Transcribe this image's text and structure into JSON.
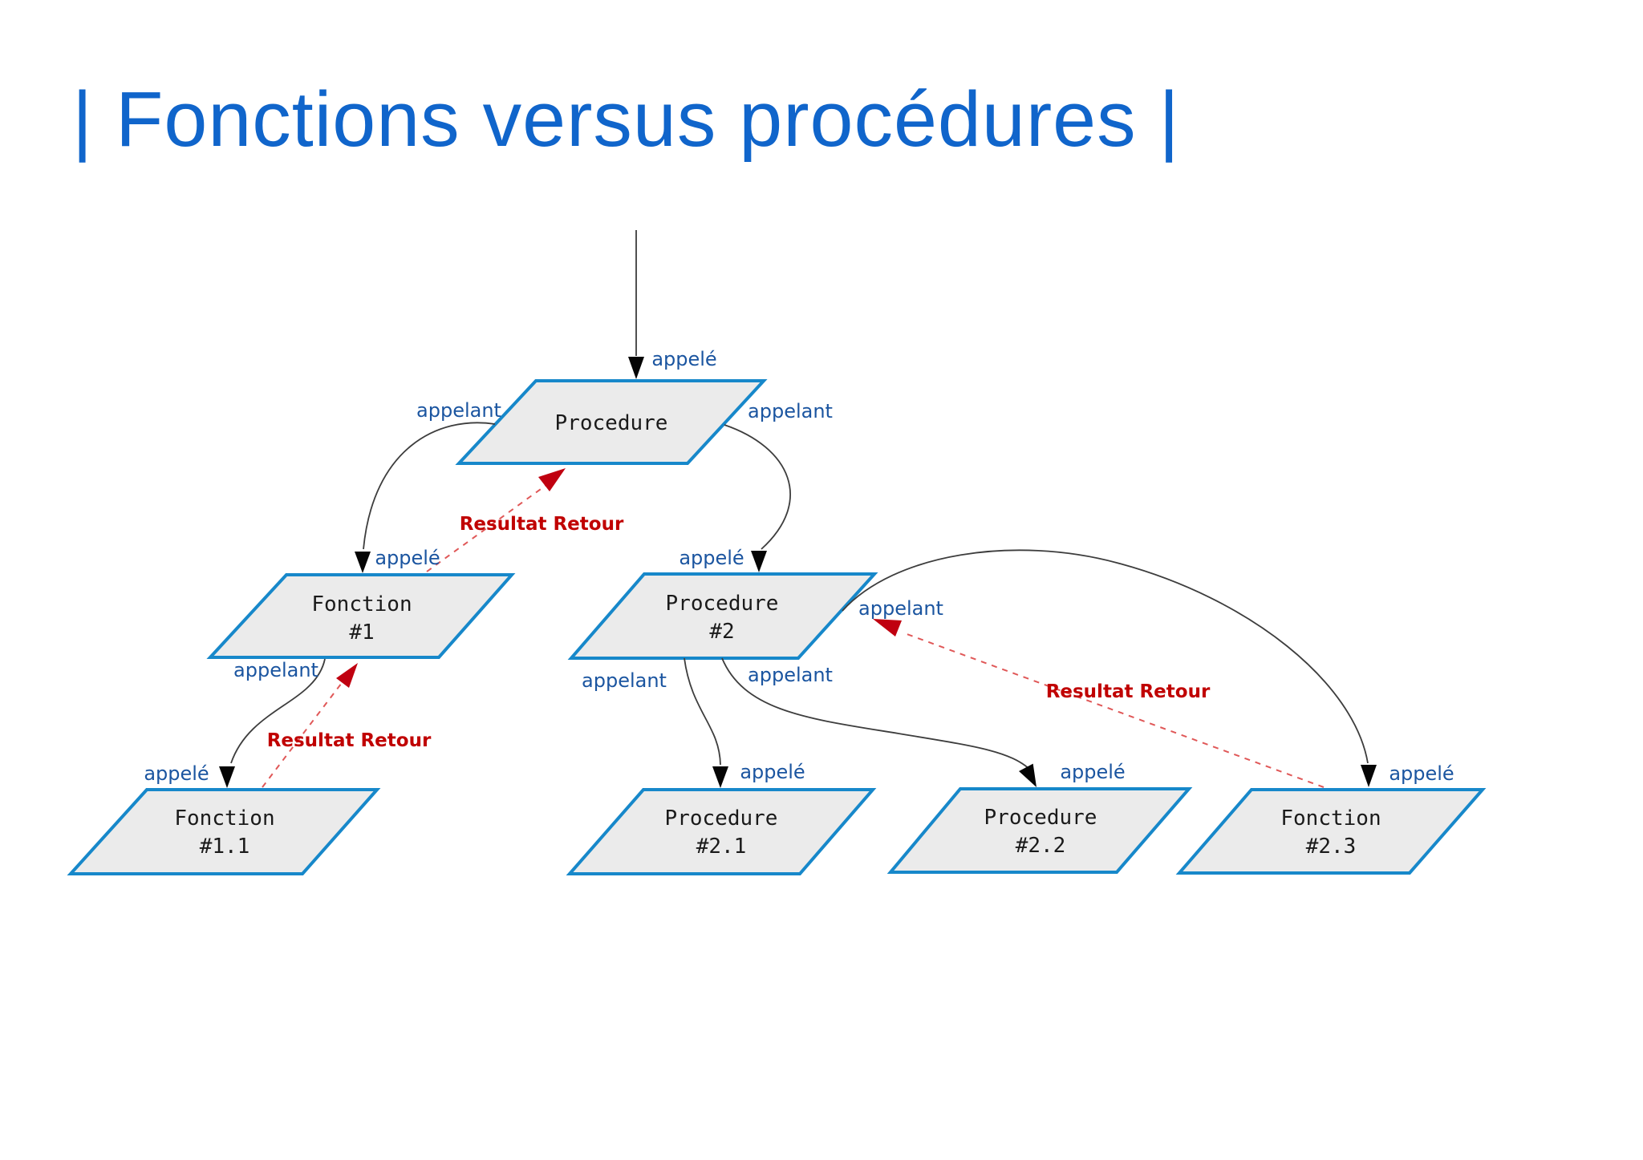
{
  "title": "| Fonctions versus procédures |",
  "colors": {
    "title_blue": "#1065cb",
    "node_border_blue": "#1788ca",
    "node_fill_gray": "#ebebeb",
    "edge_label_blue": "#1b55a0",
    "result_label_red": "#c00000",
    "dashed_arrow_red": "#e05858",
    "flow_line_gray": "#3d3d3d"
  },
  "nodes": [
    {
      "id": "procedure",
      "line1": "Procedure",
      "line2": ""
    },
    {
      "id": "fonction-1",
      "line1": "Fonction",
      "line2": "#1"
    },
    {
      "id": "procedure-2",
      "line1": "Procedure",
      "line2": "#2"
    },
    {
      "id": "fonction-1-1",
      "line1": "Fonction",
      "line2": "#1.1"
    },
    {
      "id": "procedure-2-1",
      "line1": "Procedure",
      "line2": "#2.1"
    },
    {
      "id": "procedure-2-2",
      "line1": "Procedure",
      "line2": "#2.2"
    },
    {
      "id": "fonction-2-3",
      "line1": "Fonction",
      "line2": "#2.3"
    }
  ],
  "edge_labels": {
    "appele": "appelé",
    "appelant": "appelant",
    "resultat": "Resultat Retour"
  }
}
